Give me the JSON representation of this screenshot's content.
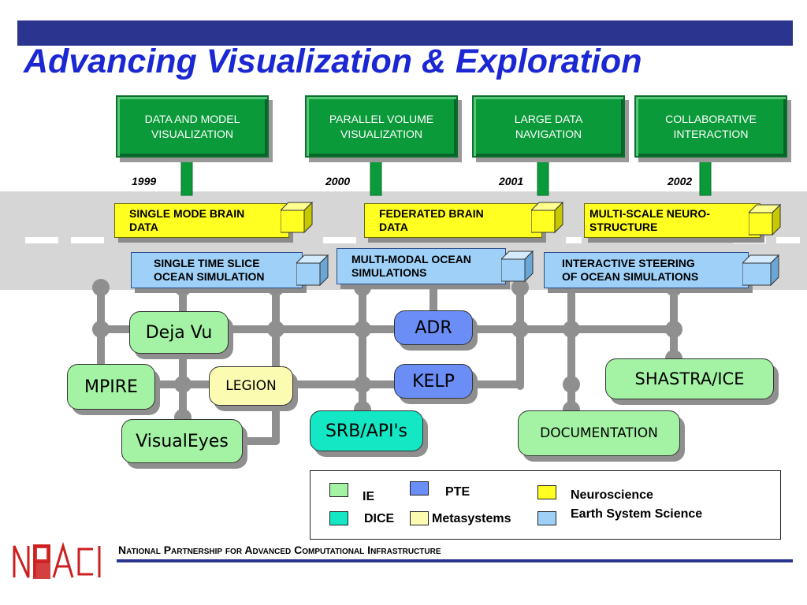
{
  "title": "Advancing Visualization & Exploration",
  "signs": [
    {
      "label": "DATA AND MODEL\nVISUALIZATION"
    },
    {
      "label": "PARALLEL VOLUME\nVISUALIZATION"
    },
    {
      "label": "LARGE DATA\nNAVIGATION"
    },
    {
      "label": "COLLABORATIVE\nINTERACTION"
    }
  ],
  "years": [
    "1999",
    "2000",
    "2001",
    "2002"
  ],
  "neuro_boxes": [
    {
      "label": "SINGLE MODE  BRAIN\nDATA"
    },
    {
      "label": "FEDERATED BRAIN\nDATA"
    },
    {
      "label": "MULTI-SCALE NEURO-\nSTRUCTURE"
    }
  ],
  "earth_boxes": [
    {
      "label": "SINGLE  TIME SLICE\nOCEAN SIMULATION"
    },
    {
      "label": "MULTI-MODAL OCEAN\nSIMULATIONS"
    },
    {
      "label": "INTERACTIVE STEERING\nOF OCEAN SIMULATIONS"
    }
  ],
  "tools": {
    "deja_vu": "Deja Vu",
    "mpire": "MPIRE",
    "visualeyes": "VisualEyes",
    "legion": "LEGION",
    "adr": "ADR",
    "kelp": "KELP",
    "srb": "SRB/API's",
    "shastra": "SHASTRA/ICE",
    "documentation": "DOCUMENTATION"
  },
  "legend": {
    "ie": "IE",
    "pte": "PTE",
    "dice": "DICE",
    "metasystems": "Metasystems",
    "neuroscience": "Neuroscience",
    "earth": "Earth System Science"
  },
  "colors": {
    "ie": "#a4f2a4",
    "pte": "#6b8ef6",
    "dice": "#13e7c4",
    "metasystems": "#fbfbb2",
    "neuroscience": "#ffff22",
    "earth": "#9ed0f8"
  },
  "footer": "National Partnership for Advanced Computational Infrastructure",
  "logo_text": "NPACI"
}
